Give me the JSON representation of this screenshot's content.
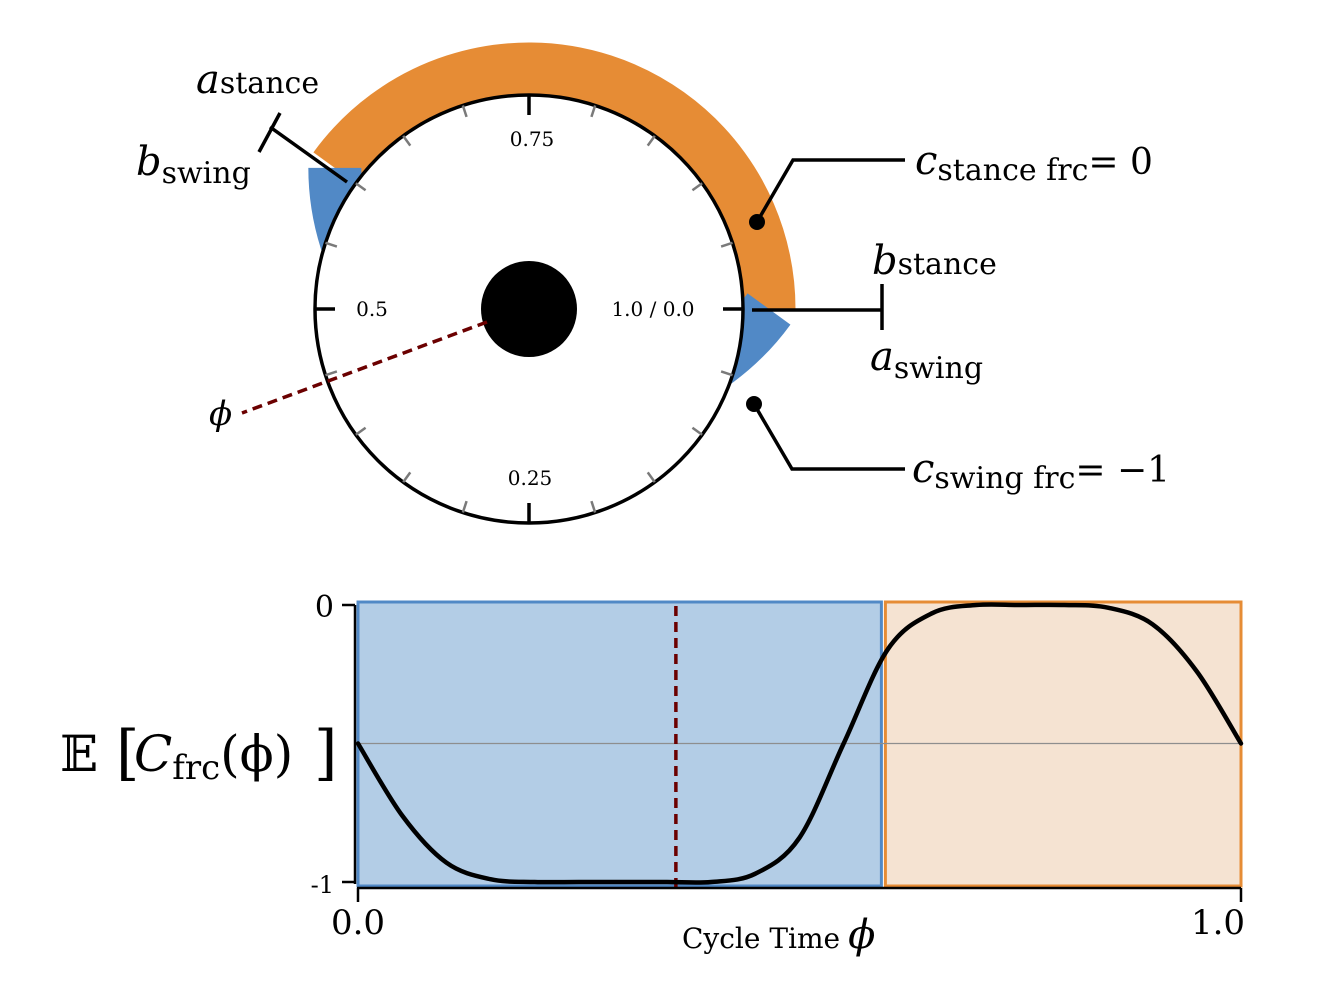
{
  "dial": {
    "tick_labels": [
      "0.75",
      "0.5",
      "1.0 / 0.0",
      "0.25"
    ],
    "phase_symbol": "ϕ",
    "annotations": {
      "a_stance": {
        "base": "a",
        "sub": "stance"
      },
      "b_swing": {
        "base": "b",
        "sub": "swing"
      },
      "b_stance": {
        "base": "b",
        "sub": "stance"
      },
      "a_swing": {
        "base": "a",
        "sub": "swing"
      },
      "c_stance": {
        "base": "c",
        "sub": "stance frc",
        "rhs": "= 0"
      },
      "c_swing": {
        "base": "c",
        "sub": "swing frc",
        "rhs": "= −1"
      }
    }
  },
  "colors": {
    "swing": "#5189c6",
    "stance": "#e68c35",
    "swing_fill": "#b3cde6",
    "stance_fill": "#f5e3d2",
    "phase_line": "#6b0000",
    "curve": "#000000"
  },
  "plot": {
    "ylabel_prefix": "𝔼",
    "ylabel_main": "C",
    "ylabel_sub": "frc",
    "ylabel_arg": "(ϕ)",
    "xlabel_text": "Cycle Time",
    "xlabel_symbol": "ϕ"
  },
  "chart_data": {
    "type": "line",
    "x": [
      0.0,
      0.05,
      0.1,
      0.15,
      0.2,
      0.25,
      0.3,
      0.35,
      0.4,
      0.45,
      0.5,
      0.55,
      0.6,
      0.65,
      0.7,
      0.75,
      0.8,
      0.85,
      0.9,
      0.95,
      1.0
    ],
    "series": [
      {
        "values": [
          -0.5,
          -0.76,
          -0.93,
          -0.99,
          -1.0,
          -1.0,
          -1.0,
          -1.0,
          -1.0,
          -0.97,
          -0.84,
          -0.5,
          -0.16,
          -0.03,
          0.0,
          0.0,
          0.0,
          -0.01,
          -0.07,
          -0.24,
          -0.5
        ]
      }
    ],
    "regions": [
      {
        "phase": "swing",
        "x_start": 0.0,
        "x_end": 0.595
      },
      {
        "phase": "stance",
        "x_start": 0.595,
        "x_end": 1.0
      }
    ],
    "phase_marker_x": 0.36,
    "xlim": [
      0.0,
      1.0
    ],
    "ylim": [
      -1,
      0
    ],
    "xticks": [
      "0.0",
      "1.0"
    ],
    "yticks": [
      "0",
      "-1"
    ],
    "midline_y": -0.5
  }
}
